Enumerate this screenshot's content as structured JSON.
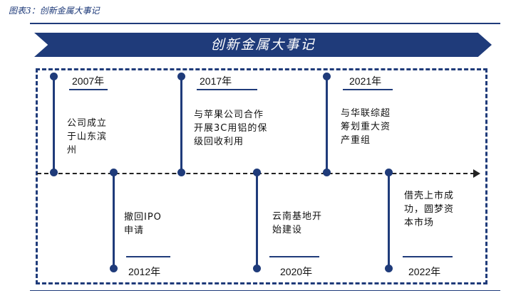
{
  "caption": "图表3：创新金属大事记",
  "banner_title": "创新金属大事记",
  "events": [
    {
      "year": "2007年",
      "desc": "公司成立于山东滨州"
    },
    {
      "year": "2012年",
      "desc": "撤回IPO申请"
    },
    {
      "year": "2017年",
      "desc": "与苹果公司合作开展3C用铝的保级回收利用"
    },
    {
      "year": "2020年",
      "desc": "云南基地开始建设"
    },
    {
      "year": "2021年",
      "desc": "与华联综超筹划重大资产重组"
    },
    {
      "year": "2022年",
      "desc": "借壳上市成功，圆梦资本市场"
    }
  ]
}
